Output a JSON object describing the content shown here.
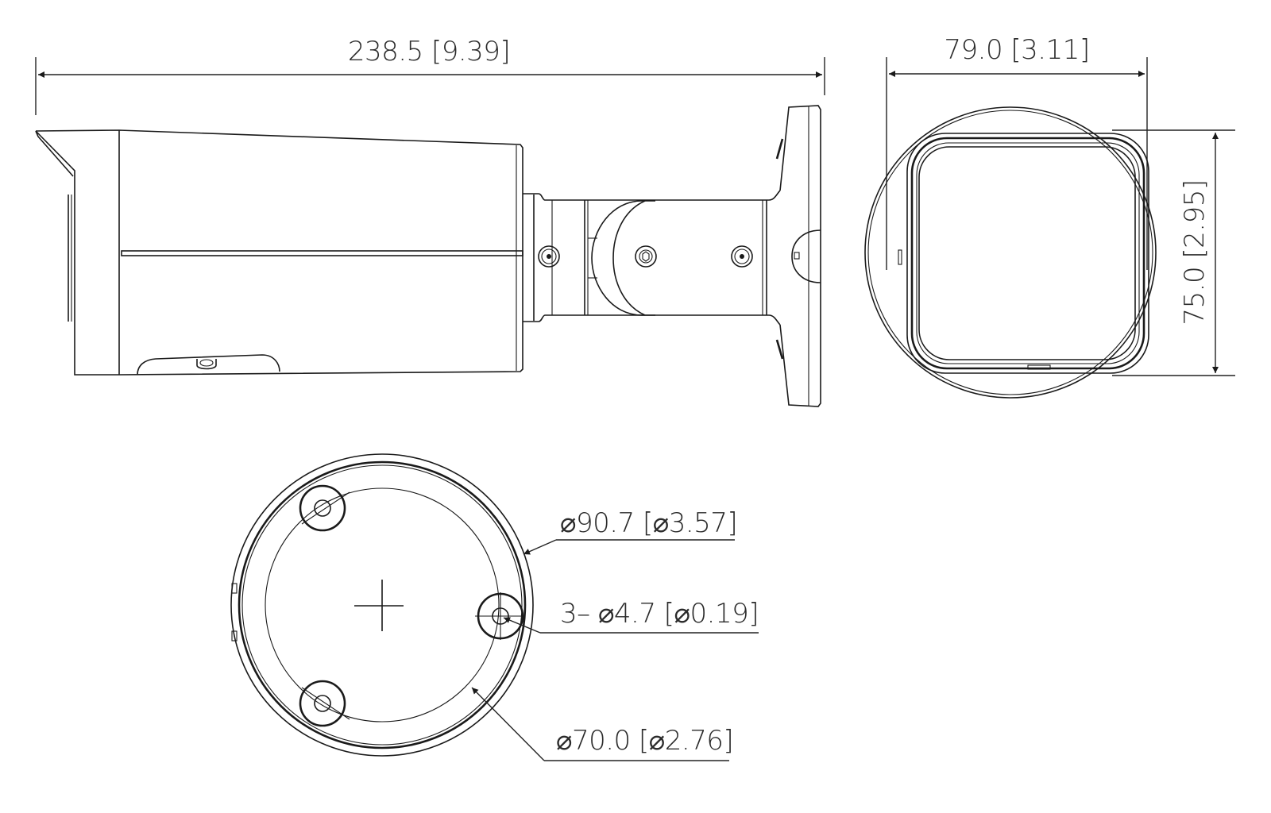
{
  "drawing": {
    "subject": "Bullet camera dimension drawing",
    "units_note": "mm [inch]",
    "line_color": "#1a1a1a",
    "background": "#ffffff",
    "views": {
      "side_view": {
        "dimension": {
          "label": "238.5 [9.39]",
          "value_mm": 238.5,
          "value_in": 9.39,
          "orientation": "horizontal"
        }
      },
      "front_view": {
        "width_dimension": {
          "label": "79.0 [3.11]",
          "value_mm": 79.0,
          "value_in": 3.11,
          "orientation": "horizontal"
        },
        "height_dimension": {
          "label": "75.0 [2.95]",
          "value_mm": 75.0,
          "value_in": 2.95,
          "orientation": "vertical"
        }
      },
      "base_view": {
        "callouts": [
          {
            "label": "⌀90.7 [⌀3.57]",
            "value_mm": 90.7,
            "value_in": 3.57,
            "target": "outer base diameter"
          },
          {
            "label": "3– ⌀4.7 [⌀0.19]",
            "count": 3,
            "value_mm": 4.7,
            "value_in": 0.19,
            "target": "mounting holes"
          },
          {
            "label": "⌀70.0 [⌀2.76]",
            "value_mm": 70.0,
            "value_in": 2.76,
            "target": "mounting hole circle"
          }
        ]
      }
    }
  }
}
